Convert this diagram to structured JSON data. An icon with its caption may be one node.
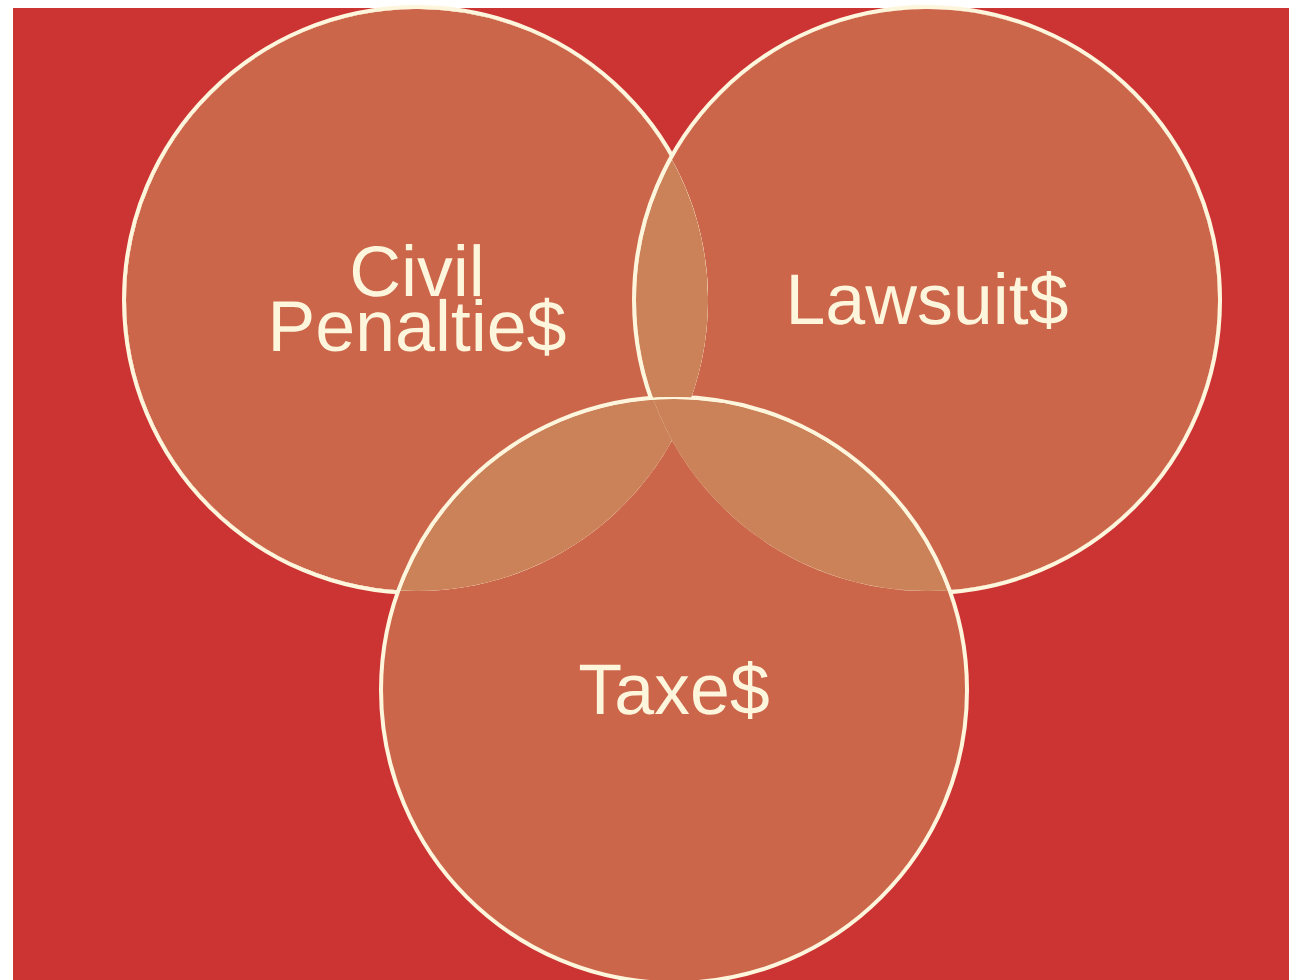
{
  "diagram": {
    "nodes": [
      {
        "text": [
          "Civil Penaltie$"
        ]
      },
      {
        "text": [
          "Lawsuit$"
        ]
      },
      {
        "text": [
          "Taxe$"
        ]
      }
    ]
  }
}
